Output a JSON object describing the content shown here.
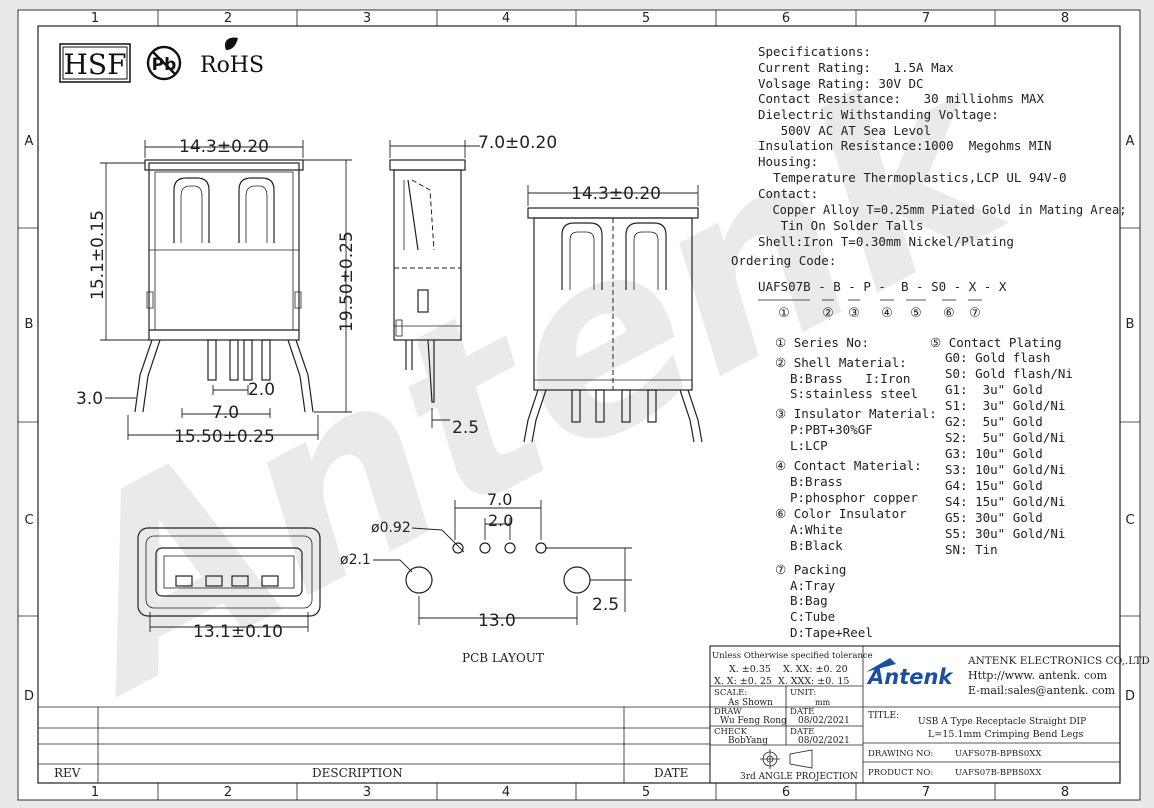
{
  "grid": {
    "columns": [
      "1",
      "2",
      "3",
      "4",
      "5",
      "6",
      "7",
      "8"
    ],
    "rows": [
      "A",
      "B",
      "C",
      "D"
    ]
  },
  "logos": {
    "hsf": "HSF",
    "pb": "Pb",
    "rohs": "RoHS"
  },
  "watermark": "Antenk",
  "dimensions": {
    "front_width": "14.3±0.20",
    "front_height": "15.1±0.15",
    "front_total_height": "19.50±0.25",
    "front_leg_offset": "3.0",
    "front_pin_pitch": "2.0",
    "front_pin_span": "7.0",
    "front_leg_span": "15.50±0.25",
    "side_depth": "7.0±0.20",
    "side_pin": "2.5",
    "back_width": "14.3±0.20",
    "mouth_width": "13.1±0.10",
    "pcb_hole_small": "ø0.92",
    "pcb_hole_large": "ø2.1",
    "pcb_pin_span": "7.0",
    "pcb_pin_pitch": "2.0",
    "pcb_leg_span": "13.0",
    "pcb_leg_offset": "2.5",
    "pcb_layout": "PCB LAYOUT"
  },
  "specs": [
    "Specifications:",
    "Current Rating:   1.5A Max",
    "Volsage Rating: 30V DC",
    "Contact Resistance:   30 milliohms MAX",
    "Dielectric Withstanding Voltage:",
    "   500V AC AT Sea Levol",
    "Insulation Resistance:1000  Megohms MIN",
    "Housing:",
    "  Temperature Thermoplastics,LCP UL 94V-0",
    "Contact:",
    "  Copper Alloy T=0.25mm Piated Gold in Mating Area;",
    "   Tin On Solder Talls",
    "Shell:Iron T=0.30mm Nickel/Plating"
  ],
  "ordering": {
    "label": "Ordering Code:",
    "code": "UAFS07B - B - P -  B - S0 - X - X",
    "markers": [
      "①",
      "②",
      "③",
      "④",
      "⑤",
      "⑥",
      "⑦"
    ]
  },
  "options_left": [
    {
      "head": "① Series No:",
      "items": []
    },
    {
      "head": "② Shell Material:",
      "items": [
        "B:Brass   I:Iron",
        "S:stainless steel"
      ]
    },
    {
      "head": "③ Insulator Material:",
      "items": [
        "P:PBT+30%GF",
        "L:LCP"
      ]
    },
    {
      "head": "④ Contact Material:",
      "items": [
        "B:Brass",
        "P:phosphor copper"
      ]
    },
    {
      "head": "⑥ Color Insulator",
      "items": [
        "A:White",
        "B:Black"
      ]
    },
    {
      "head": "⑦ Packing",
      "items": [
        "A:Tray",
        "B:Bag",
        "C:Tube",
        "D:Tape+Reel"
      ]
    }
  ],
  "plating": {
    "head": "⑤ Contact Plating",
    "items": [
      "G0: Gold flash",
      "S0: Gold flash/Ni",
      "G1:  3u\" Gold",
      "S1:  3u\" Gold/Ni",
      "G2:  5u\" Gold",
      "S2:  5u\" Gold/Ni",
      "G3: 10u\" Gold",
      "S3: 10u\" Gold/Ni",
      "G4: 15u\" Gold",
      "S4: 15u\" Gold/Ni",
      "G5: 30u\" Gold",
      "S5: 30u\" Gold/Ni",
      "SN: Tin"
    ]
  },
  "title_block": {
    "tol_head": "Unless Otherwise specified tolerance",
    "tol1": "X. ±0.35    X. XX: ±0. 20",
    "tol2": "X. X: ±0. 25  X. XXX: ±0. 15",
    "scale_label": "SCALE:",
    "scale_value": "As Shown",
    "unit_label": "UNIT:",
    "unit_value": "mm",
    "draw_label": "DRAW",
    "draw_value": "Wu Feng Rong",
    "date_label": "DATE",
    "draw_date": "08/02/2021",
    "check_label": "CHECK",
    "check_value": "BobYang",
    "check_date": "08/02/2021",
    "projection": "3rd ANGLE PROJECTION",
    "company": "ANTENK ELECTRONICS CO,.LTD",
    "http": "Http://www. antenk. com",
    "email": "E-mail:sales@antenk. com",
    "brand": "Antenk",
    "title_label": "TITLE:",
    "title_line1": "USB A Type Receptacle Straight DIP",
    "title_line2": "L=15.1mm Crimping  Bend Legs",
    "drawing_no_label": "DRAWING NO:",
    "drawing_no": "UAFS07B-BPBS0XX",
    "product_no_label": "PRODUCT NO:",
    "product_no": "UAFS07B-BPBS0XX",
    "rev": "REV",
    "description": "DESCRIPTION",
    "date": "DATE"
  }
}
